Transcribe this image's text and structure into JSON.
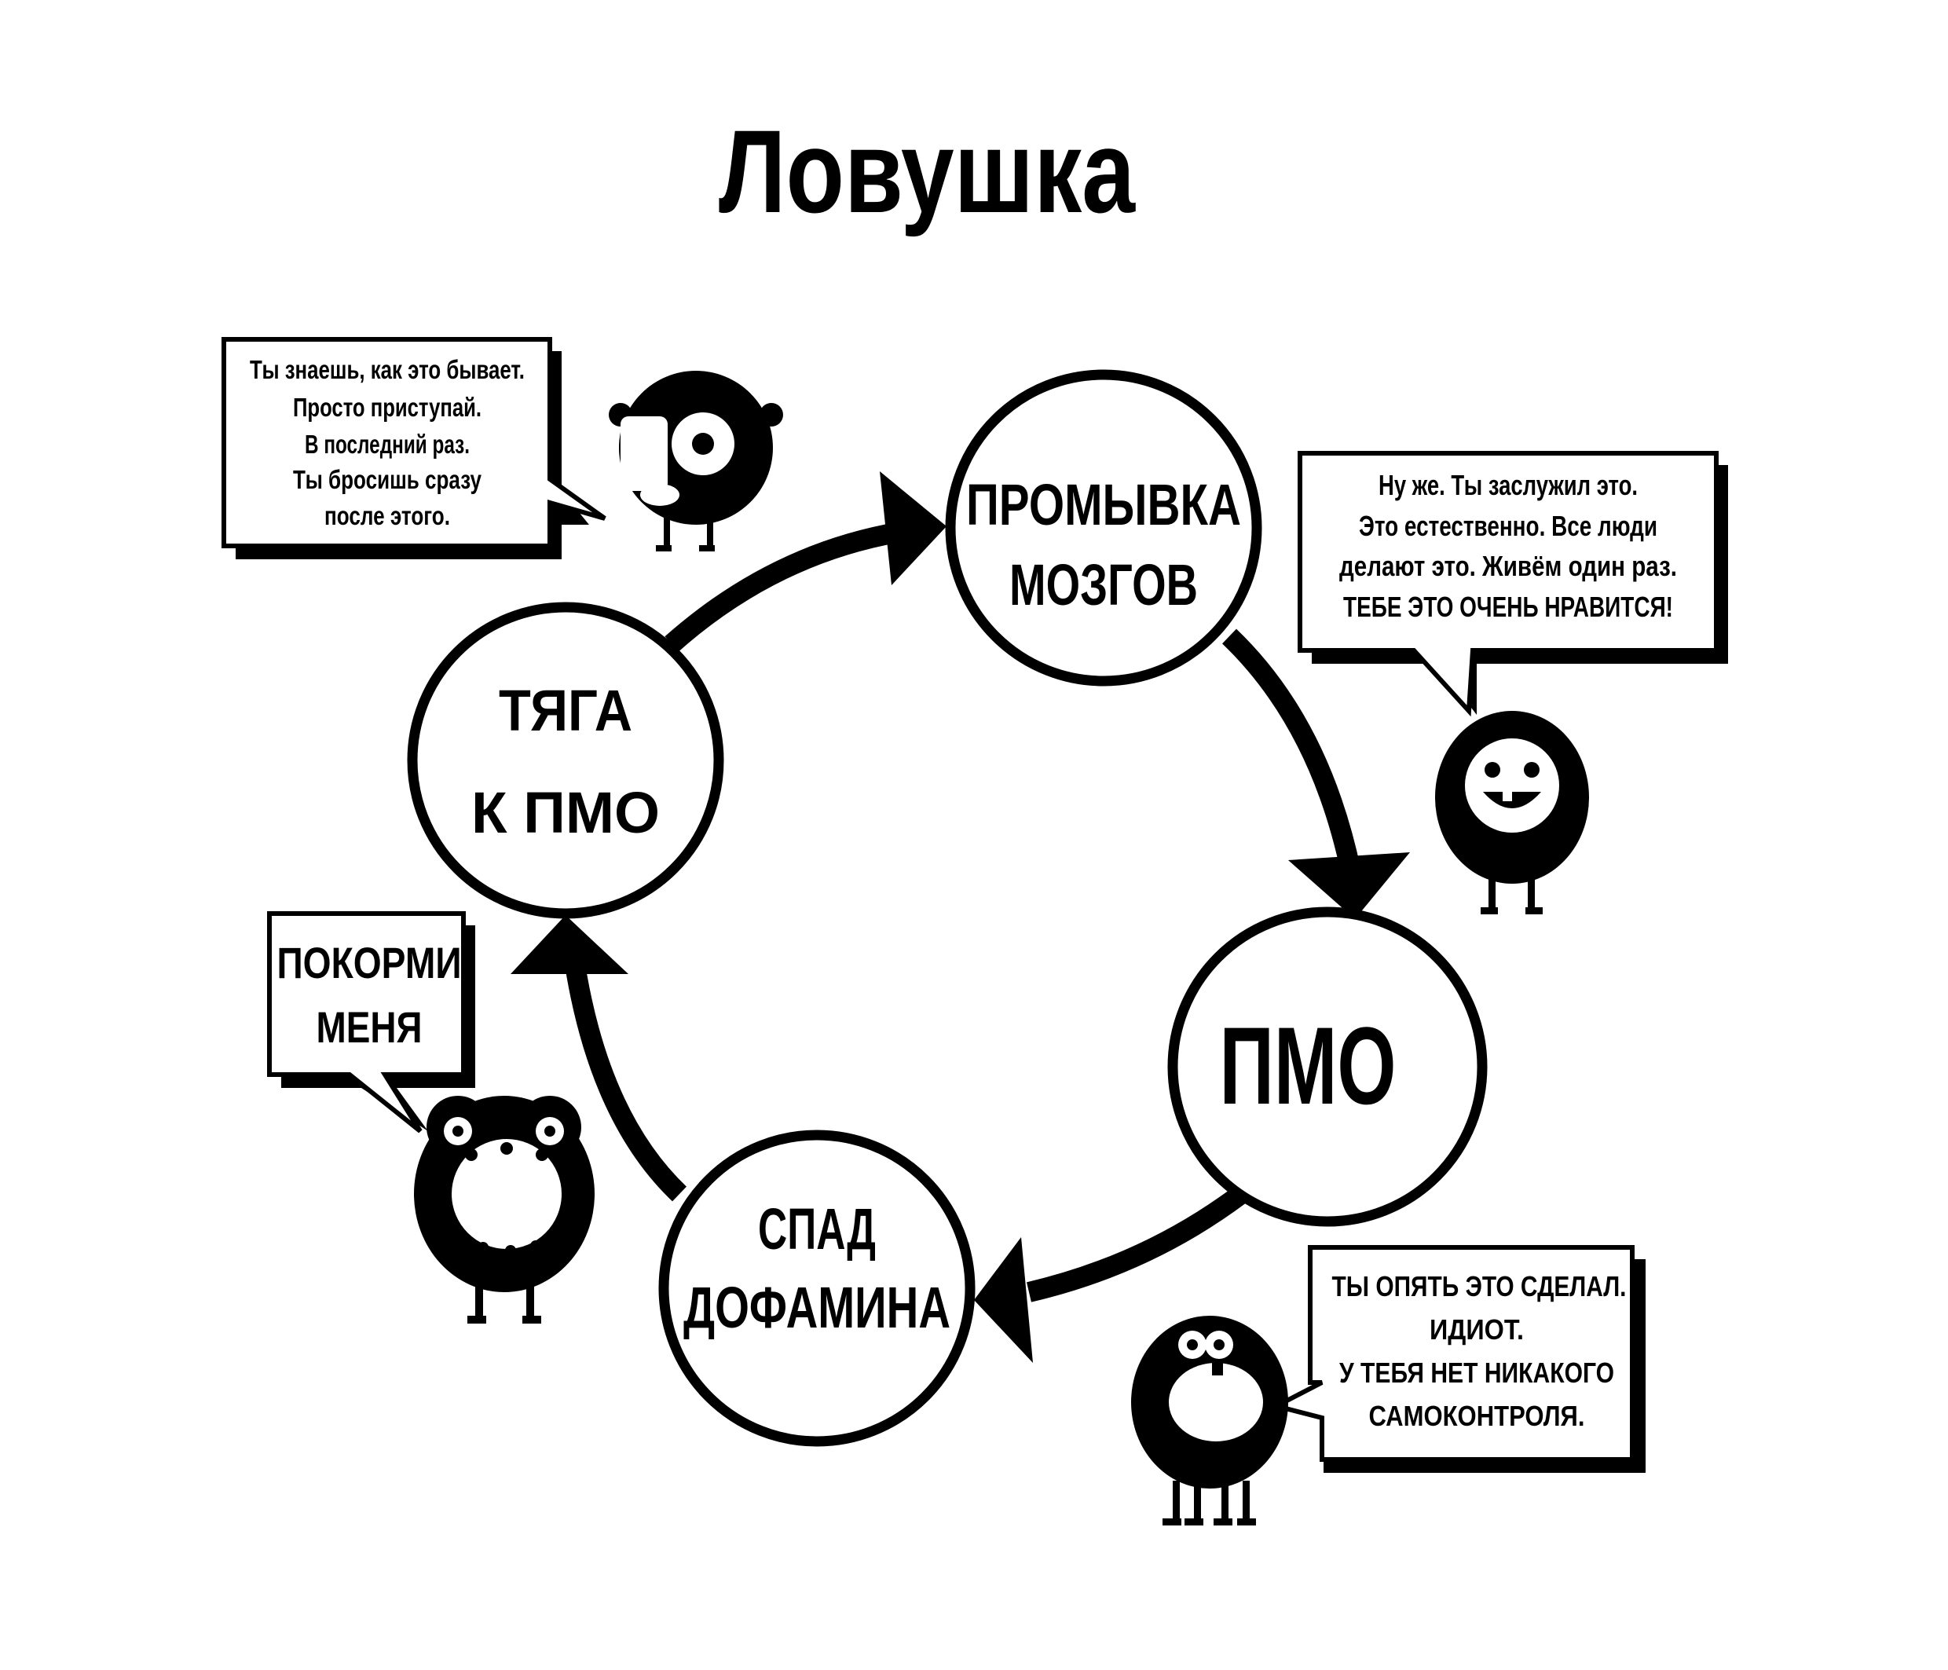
{
  "title": "Ловушка",
  "nodes": {
    "brainwash": {
      "line1": "ПРОМЫВКА",
      "line2": "МОЗГОВ"
    },
    "pmo": {
      "label": "ПМО"
    },
    "dopamine": {
      "line1": "СПАД",
      "line2": "ДОФАМИНА"
    },
    "craving": {
      "line1": "ТЯГА",
      "line2": "К ПМО"
    }
  },
  "bubbles": {
    "top_left": {
      "lines": [
        "Ты знаешь, как это бывает.",
        "Просто приступай.",
        "В последний раз.",
        "Ты бросишь сразу",
        "после этого."
      ]
    },
    "top_right": {
      "lines": [
        "Ну же. Ты заслужил это.",
        "Это естественно. Все люди",
        "делают это.  Живём один раз.",
        "ТЕБЕ ЭТО ОЧЕНЬ НРАВИТСЯ!"
      ]
    },
    "left": {
      "lines": [
        "ПОКОРМИ",
        "МЕНЯ"
      ]
    },
    "bottom_right": {
      "lines": [
        "ТЫ ОПЯТЬ ЭТО СДЕЛАЛ.",
        "ИДИОТ.",
        "У ТЕБЯ НЕТ НИКАКОГО",
        "САМОКОНТРОЛЯ."
      ]
    }
  },
  "monsters": {
    "top_left": "one-eyed-monster-icon",
    "top_right": "smiling-monster-icon",
    "left": "big-mouth-monster-icon",
    "bottom_right": "laughing-monster-icon"
  },
  "colors": {
    "ink": "#000000",
    "paper": "#ffffff"
  }
}
